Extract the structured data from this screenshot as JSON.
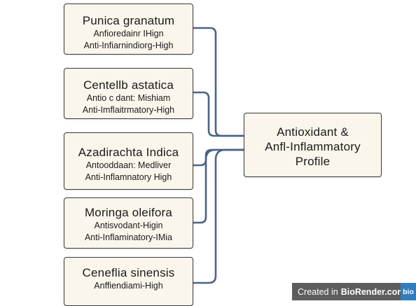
{
  "diagram": {
    "center": {
      "lines": [
        "Antioxidant &",
        "Anfl-Inflammatory",
        "Profile"
      ]
    },
    "plants": [
      {
        "name": "Punica granatum",
        "lines": [
          "Anfioredainr IHign",
          "Anti-Infiarnindiorg-High"
        ]
      },
      {
        "name": "Centellb astatica",
        "lines": [
          "Antio c dant: Mishiam",
          "Anti-Imflaitrmatory-High"
        ]
      },
      {
        "name": "Azadirachta Indica",
        "lines": [
          "Antooddaan: Medliver",
          "Anti-Inflamnatory High"
        ]
      },
      {
        "name": "Moringa oleifora",
        "lines": [
          "Antisvodant-Higin",
          "Anti-Inflaminatory-IMia"
        ]
      },
      {
        "name": "Ceneflia sinensis",
        "lines": [
          "Anffiendiami-High"
        ]
      }
    ],
    "colors": {
      "connector": "#4a6486",
      "node_fill": "#fbf6ec",
      "node_border": "#3a3a3a"
    }
  },
  "watermark": {
    "prefix": "Created in",
    "brand": "BioRender.com",
    "logo": "bio"
  }
}
